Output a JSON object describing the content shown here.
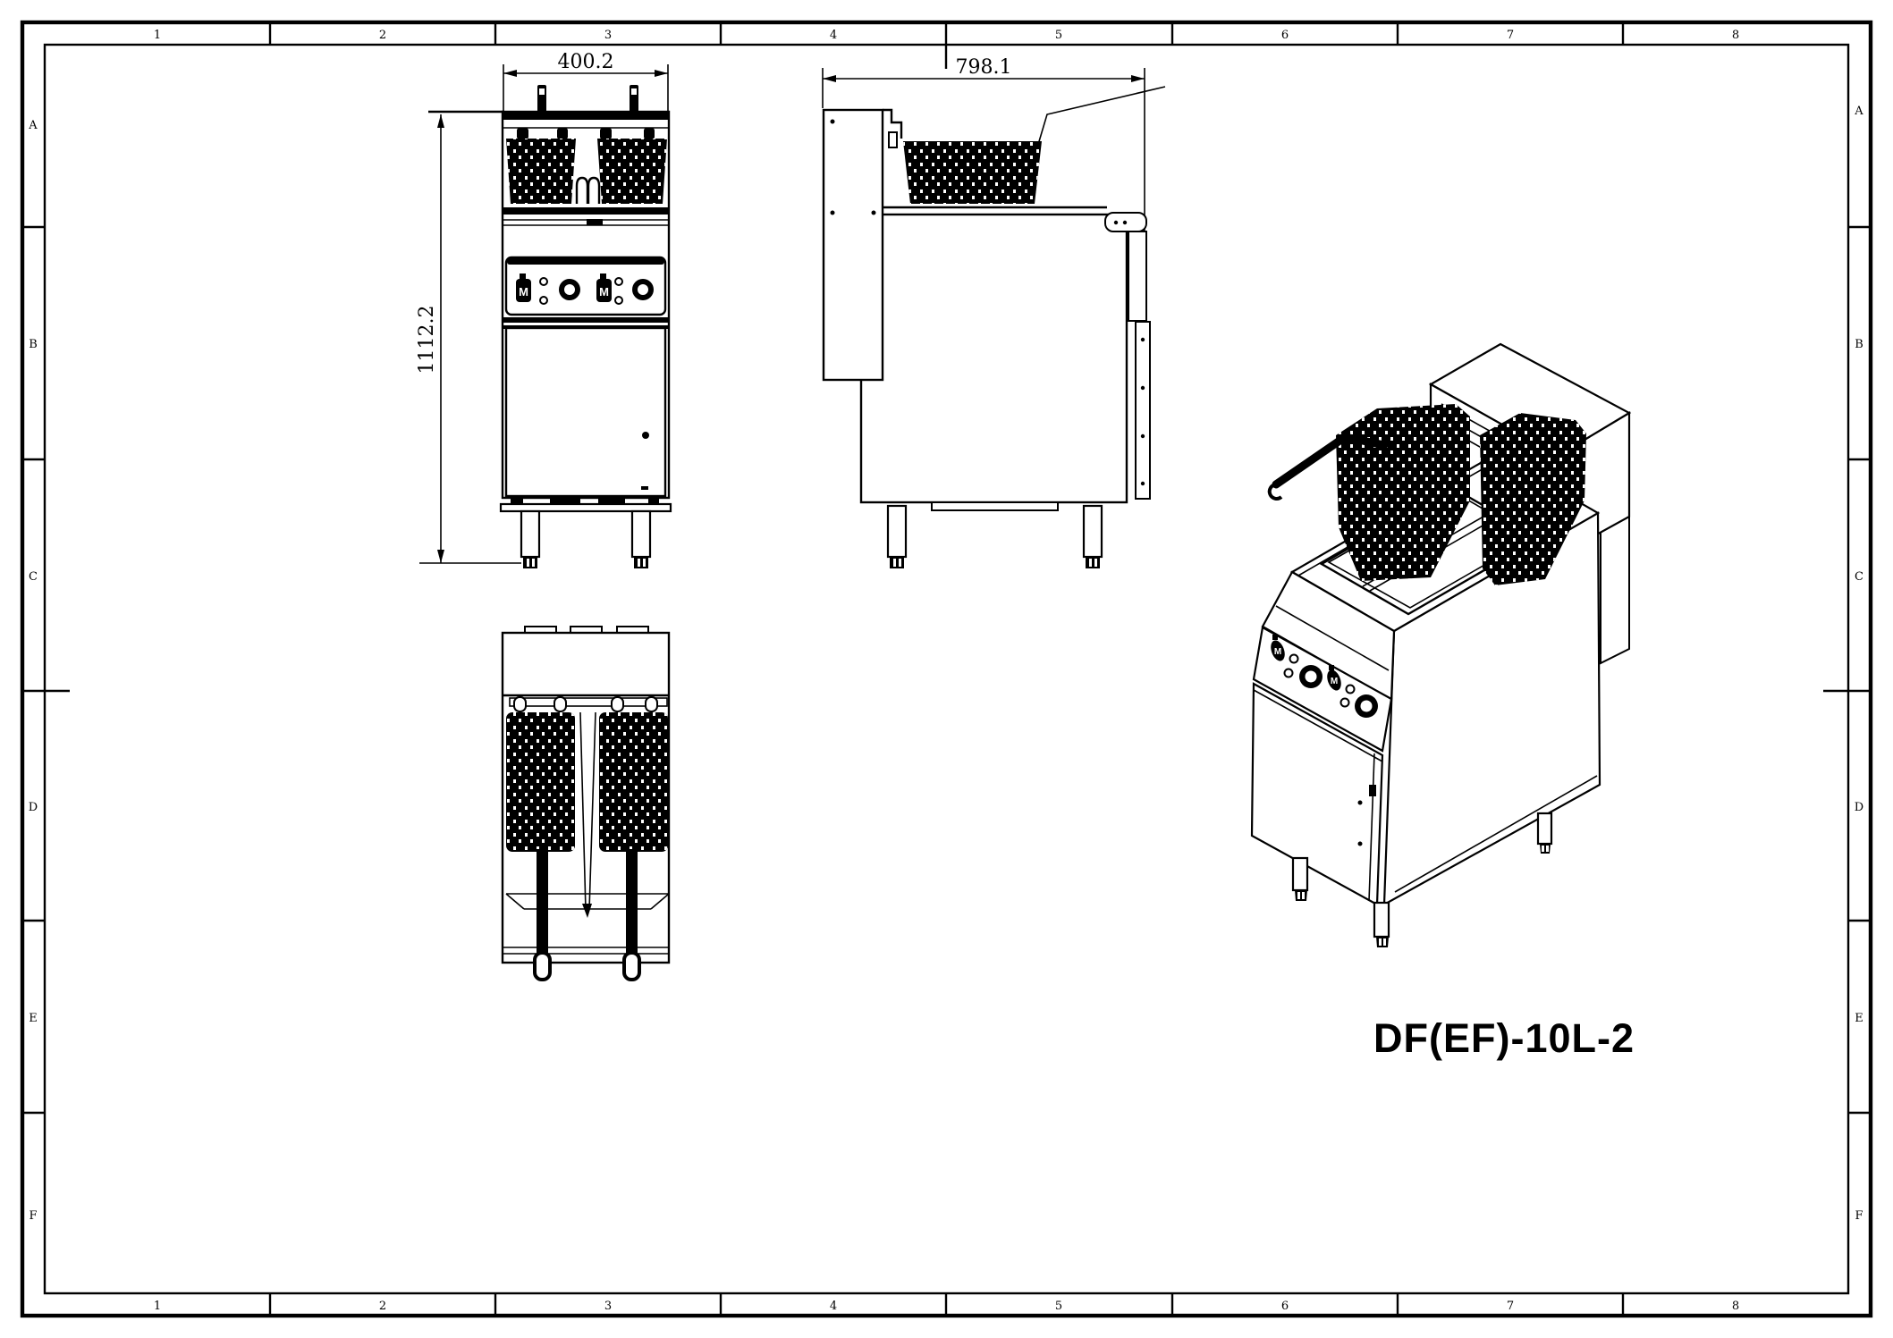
{
  "sheet": {
    "zone_numbers": [
      "1",
      "2",
      "3",
      "4",
      "5",
      "6",
      "7",
      "8"
    ],
    "row_letters": [
      "A",
      "B",
      "C",
      "D",
      "E",
      "F"
    ]
  },
  "dimensions": {
    "front_width_mm": "400.2",
    "overall_height_mm": "1112.2",
    "overall_depth_mm": "798.1"
  },
  "model_label": "DF(EF)-10L-2",
  "controls": {
    "switch_label": "M"
  },
  "colors": {
    "ink": "#000000",
    "paper": "#ffffff"
  }
}
